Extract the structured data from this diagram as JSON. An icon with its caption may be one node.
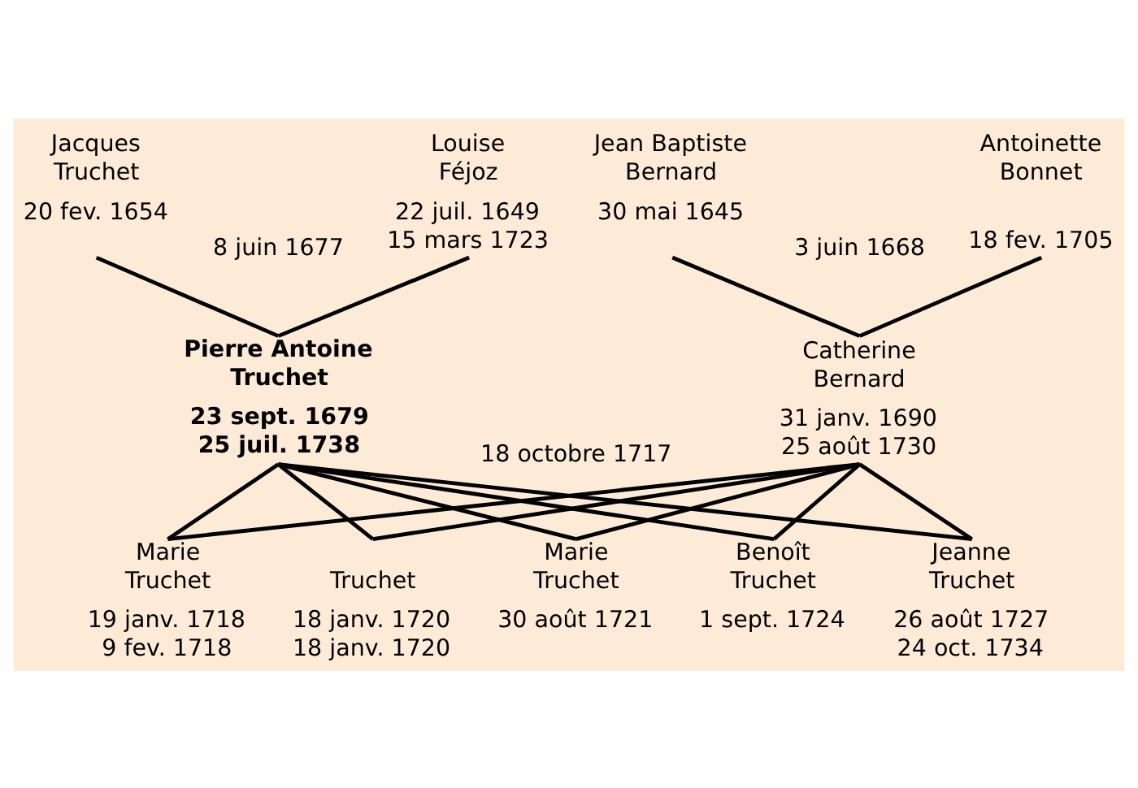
{
  "diagram": {
    "nodes": [
      {
        "text": [
          "Jacques Truchet",
          "20 fev. 1654"
        ]
      },
      {
        "text": [
          "Louise Féjoz",
          "22 juil. 1649",
          "15 mars 1723"
        ]
      },
      {
        "text": [
          "Jean Baptiste Bernard",
          "30 mai 1645"
        ]
      },
      {
        "text": [
          "Antoinette Bonnet",
          "18 fev. 1705"
        ]
      },
      {
        "text": [
          "Pierre Antoine Truchet",
          "23 sept. 1679",
          "25 juil. 1738"
        ]
      },
      {
        "text": [
          "Catherine Bernard",
          "31 janv. 1690",
          "25 août 1730"
        ]
      },
      {
        "text": [
          "Marie Truchet",
          "19 janv. 1718",
          "9 fev. 1718"
        ]
      },
      {
        "text": [
          "Truchet",
          "18 janv. 1720",
          "18 janv. 1720"
        ]
      },
      {
        "text": [
          "Marie Truchet",
          "30 août 1721"
        ]
      },
      {
        "text": [
          "Benoît Truchet",
          "1 sept. 1724"
        ]
      },
      {
        "text": [
          "Jeanne Truchet",
          "26 août 1727",
          "24 oct. 1734"
        ]
      }
    ],
    "edges": [
      {
        "from": 0,
        "to": 4,
        "arrow": "none"
      },
      {
        "from": 1,
        "to": 4,
        "arrow": "none"
      },
      {
        "from": 2,
        "to": 5,
        "arrow": "none"
      },
      {
        "from": 3,
        "to": 5,
        "arrow": "none"
      },
      {
        "from": 4,
        "to": 6,
        "arrow": "none"
      },
      {
        "from": 4,
        "to": 7,
        "arrow": "none"
      },
      {
        "from": 4,
        "to": 8,
        "arrow": "none"
      },
      {
        "from": 4,
        "to": 9,
        "arrow": "none"
      },
      {
        "from": 4,
        "to": 10,
        "arrow": "none"
      },
      {
        "from": 5,
        "to": 6,
        "arrow": "none"
      },
      {
        "from": 5,
        "to": 7,
        "arrow": "none"
      },
      {
        "from": 5,
        "to": 8,
        "arrow": "none"
      },
      {
        "from": 5,
        "to": 9,
        "arrow": "none"
      },
      {
        "from": 5,
        "to": 10,
        "arrow": "none"
      }
    ],
    "labels": [
      "8 juin 1677",
      "3 juin 1668",
      "18 octobre 1717"
    ]
  }
}
